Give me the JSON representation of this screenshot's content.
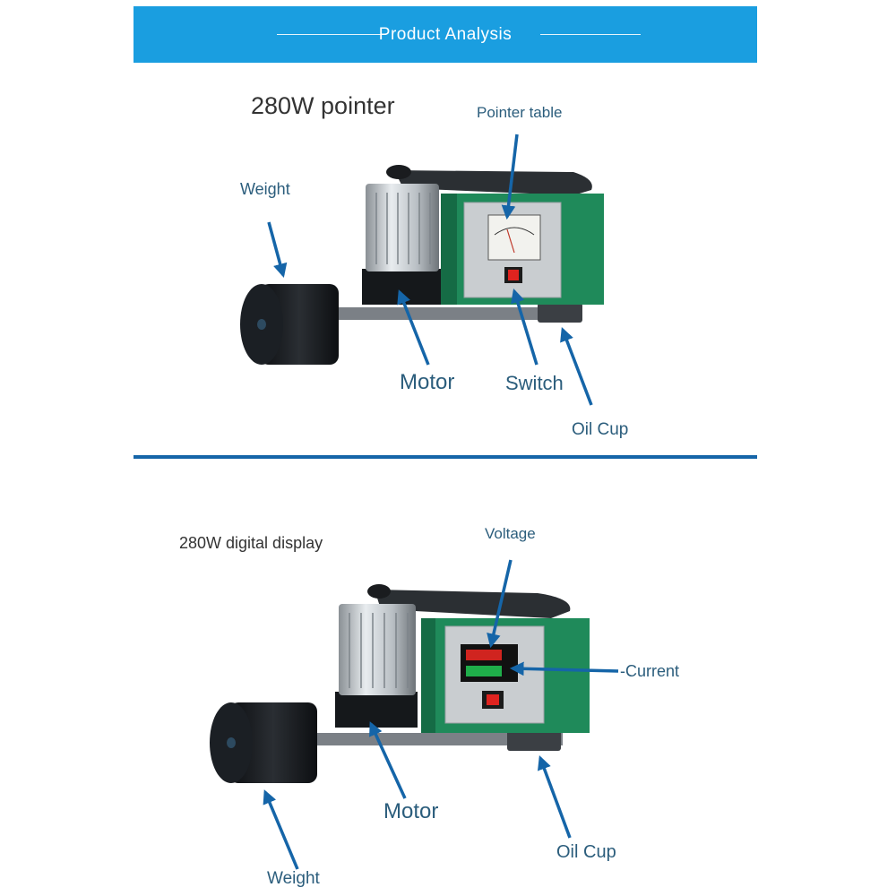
{
  "banner": {
    "title": "Product Analysis",
    "background": "#1a9ee0"
  },
  "section1": {
    "title": "280W pointer",
    "labels": {
      "pointer_table": "Pointer table",
      "weight": "Weight",
      "motor": "Motor",
      "switch": "Switch",
      "oil_cup": "Oil Cup"
    }
  },
  "section2": {
    "title": "280W digital display",
    "labels": {
      "voltage": "Voltage",
      "current": "-Current",
      "motor": "Motor",
      "oil_cup": "Oil Cup",
      "weight": "Weight"
    }
  },
  "colors": {
    "arrow": "#1565a8",
    "cabinet": "#1f8a5a",
    "divider": "#1565a8"
  }
}
